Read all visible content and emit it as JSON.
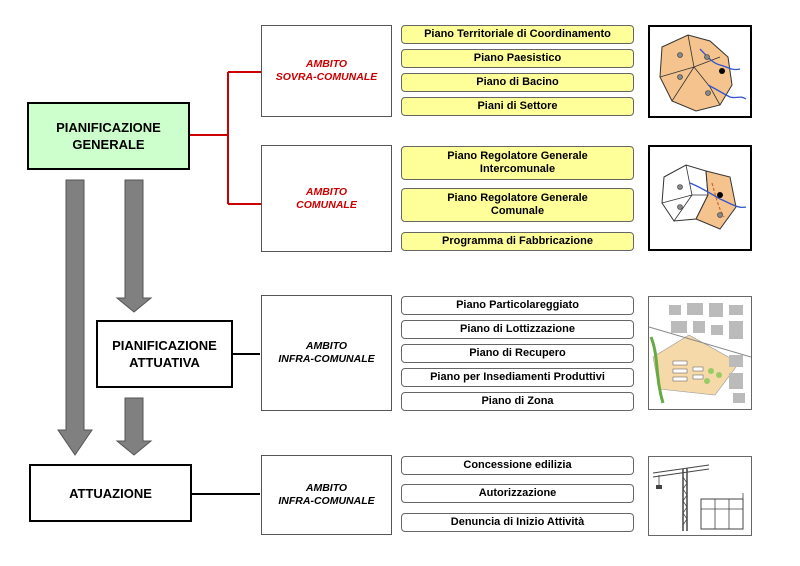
{
  "colors": {
    "generale_fill": "#ccffcc",
    "red_connector": "#cc0000",
    "plan_yellow": "#ffff99",
    "arrow_gray": "#808080",
    "map_fill": "#f5c38e"
  },
  "main": {
    "generale": "PIANIFICAZIONE\nGENERALE",
    "attuativa": "PIANIFICAZIONE\nATTUATIVA",
    "attuazione": "ATTUAZIONE"
  },
  "ambiti": {
    "sovra": "AMBITO\nSOVRA-COMUNALE",
    "comunale": "AMBITO\nCOMUNALE",
    "infra1": "AMBITO\nINFRA-COMUNALE",
    "infra2": "AMBITO\nINFRA-COMUNALE"
  },
  "plans": {
    "sovra": [
      "Piano Territoriale di Coordinamento",
      "Piano Paesistico",
      "Piano di Bacino",
      "Piani di Settore"
    ],
    "comunale": [
      "Piano Regolatore Generale\nIntercomunale",
      "Piano Regolatore Generale\nComunale",
      "Programma di Fabbricazione"
    ],
    "attuativa": [
      "Piano Particolareggiato",
      "Piano di Lottizzazione",
      "Piano di Recupero",
      "Piano per Insediamenti Produttivi",
      "Piano di Zona"
    ],
    "attuazione": [
      "Concessione edilizia",
      "Autorizzazione",
      "Denuncia di Inizio Attività"
    ]
  },
  "illustrations": [
    "regional-map-icon",
    "municipal-map-icon",
    "urban-plan-icon",
    "construction-crane-icon"
  ]
}
